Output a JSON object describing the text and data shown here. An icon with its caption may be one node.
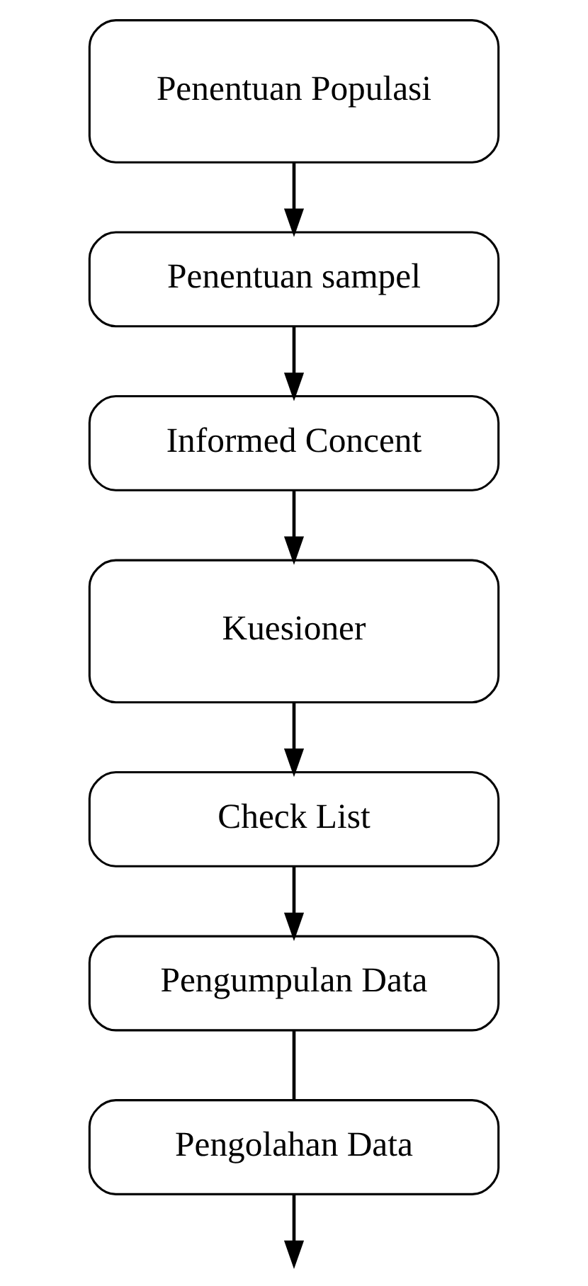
{
  "diagram": {
    "nodes": [
      {
        "text": [
          "Penentuan Populasi"
        ]
      },
      {
        "text": [
          "Penentuan sampel"
        ]
      },
      {
        "text": [
          "Informed Concent"
        ]
      },
      {
        "text": [
          "Kuesioner"
        ]
      },
      {
        "text": [
          "Check List"
        ]
      },
      {
        "text": [
          "Pengumpulan Data"
        ]
      },
      {
        "text": [
          "Pengolahan Data"
        ]
      }
    ],
    "edges": [
      {
        "from": 0,
        "to": 1,
        "arrow": "to"
      },
      {
        "from": 1,
        "to": 2,
        "arrow": "to"
      },
      {
        "from": 2,
        "to": 3,
        "arrow": "to"
      },
      {
        "from": 3,
        "to": 4,
        "arrow": "to"
      },
      {
        "from": 4,
        "to": 5,
        "arrow": "to"
      },
      {
        "from": 5,
        "to": 6,
        "arrow": "none"
      },
      {
        "from": 6,
        "to": null,
        "arrow": "to"
      }
    ]
  }
}
